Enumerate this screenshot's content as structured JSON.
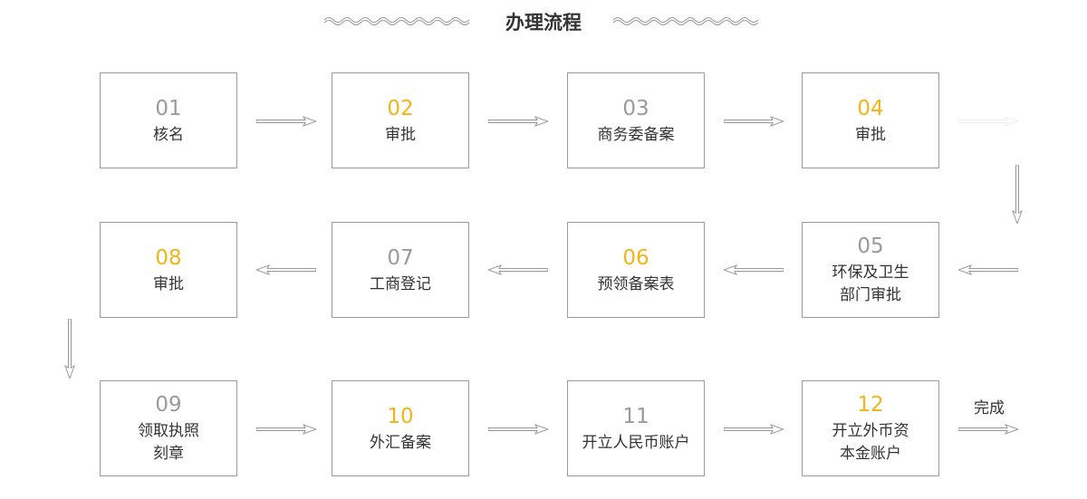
{
  "title": "办理流程",
  "colors": {
    "highlight": "#f2b417",
    "muted": "#9a9a9a",
    "border": "#9a9a9a",
    "text": "#333333"
  },
  "steps": [
    {
      "num": "01",
      "label": "核名",
      "highlight": false
    },
    {
      "num": "02",
      "label": "审批",
      "highlight": true
    },
    {
      "num": "03",
      "label": "商务委备案",
      "highlight": false
    },
    {
      "num": "04",
      "label": "审批",
      "highlight": true
    },
    {
      "num": "05",
      "label": "环保及卫生\n部门审批",
      "highlight": false
    },
    {
      "num": "06",
      "label": "预领备案表",
      "highlight": true
    },
    {
      "num": "07",
      "label": "工商登记",
      "highlight": false
    },
    {
      "num": "08",
      "label": "审批",
      "highlight": true
    },
    {
      "num": "09",
      "label": "领取执照\n刻章",
      "highlight": false
    },
    {
      "num": "10",
      "label": "外汇备案",
      "highlight": true
    },
    {
      "num": "11",
      "label": "开立人民币账户",
      "highlight": false
    },
    {
      "num": "12",
      "label": "开立外币资\n本金账户",
      "highlight": true
    }
  ],
  "end_label": "完成"
}
